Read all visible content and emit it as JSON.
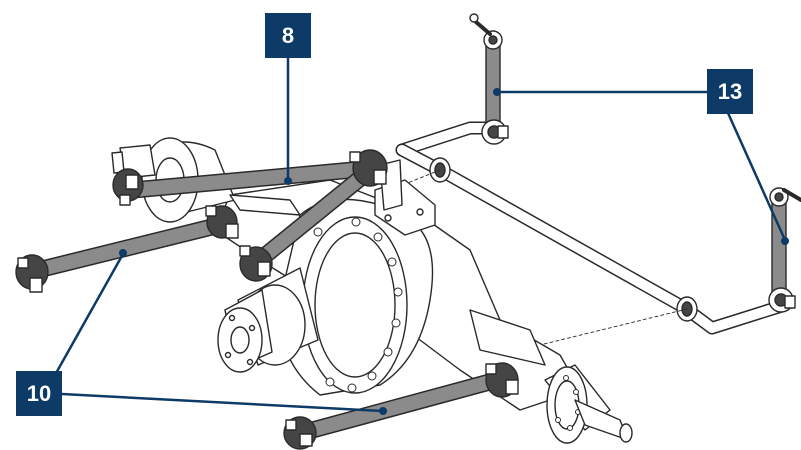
{
  "colors": {
    "callout": "#0d3a66",
    "link": "#8b8b8b",
    "bushing": "#454545",
    "outline": "#2a2a2a",
    "housing": "#ffffff"
  },
  "callouts": [
    {
      "id": "c8",
      "label": "8"
    },
    {
      "id": "c13",
      "label": "13"
    },
    {
      "id": "c10",
      "label": "10"
    }
  ],
  "parts": [
    "differential-housing",
    "axle-housing",
    "wheel-hub",
    "pinion-flange",
    "upper-a-arm",
    "lower-control-arm",
    "stabilizer-bar",
    "stabilizer-end-link"
  ]
}
